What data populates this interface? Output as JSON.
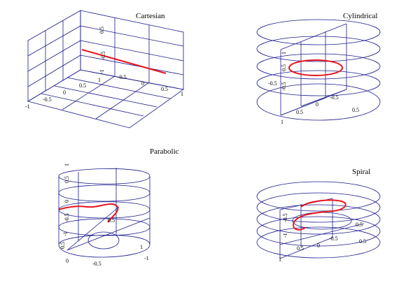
{
  "chart_data": [
    {
      "type": "line",
      "title": "Cartesian",
      "coordinate_system": "cartesian",
      "ticks": {
        "x": [
          "-1",
          "-0.5",
          "0",
          "0.5",
          "1"
        ],
        "y": [
          "1",
          "0.5",
          "0",
          "-0.5",
          "-1"
        ],
        "z": [
          "0.5",
          "0",
          "-0.5",
          "-1"
        ]
      },
      "series": [
        {
          "values": [
            [
              -0.4,
              -1,
              0.35
            ],
            [
              0.6,
              1,
              0.3
            ]
          ]
        }
      ],
      "colors": {
        "curve": "#e8141e",
        "grid": "#1a1a8c"
      }
    },
    {
      "type": "line",
      "title": "Cylindrical",
      "coordinate_system": "cylindrical",
      "ticks": {
        "r": [
          "-0.5",
          "0",
          "0.5",
          "1"
        ],
        "theta": [
          "0",
          "-0.5",
          "0.5"
        ],
        "z": [
          "1",
          "0.5",
          "0",
          "-0.5"
        ]
      },
      "series": [
        {
          "values": "closed ring, r=0.5, z=0.5"
        }
      ],
      "colors": {
        "curve": "#e8141e",
        "grid": "#1a1a8c"
      }
    },
    {
      "type": "line",
      "title": "Parabolic",
      "coordinate_system": "parabolic",
      "ticks": {
        "u": [
          "0",
          "-0.5",
          "-1"
        ],
        "v": [
          "0.5",
          "1"
        ],
        "z": [
          "1",
          "0.5",
          "0",
          "-0.5",
          "-1",
          "0.5"
        ]
      },
      "series": [
        {
          "values": "parabolic arc"
        }
      ],
      "colors": {
        "curve": "#e8141e",
        "grid": "#1a1a8c"
      }
    },
    {
      "type": "line",
      "title": "Spiral",
      "coordinate_system": "spiral",
      "ticks": {
        "x": [
          "1",
          "0.5",
          "0",
          "-0.5"
        ],
        "y": [
          "0.5",
          "0",
          "0.5"
        ],
        "z": [
          "-0.5",
          "-1"
        ]
      },
      "series": [
        {
          "values": "spiral arc"
        }
      ],
      "colors": {
        "curve": "#e8141e",
        "grid": "#1a1a8c"
      }
    }
  ]
}
